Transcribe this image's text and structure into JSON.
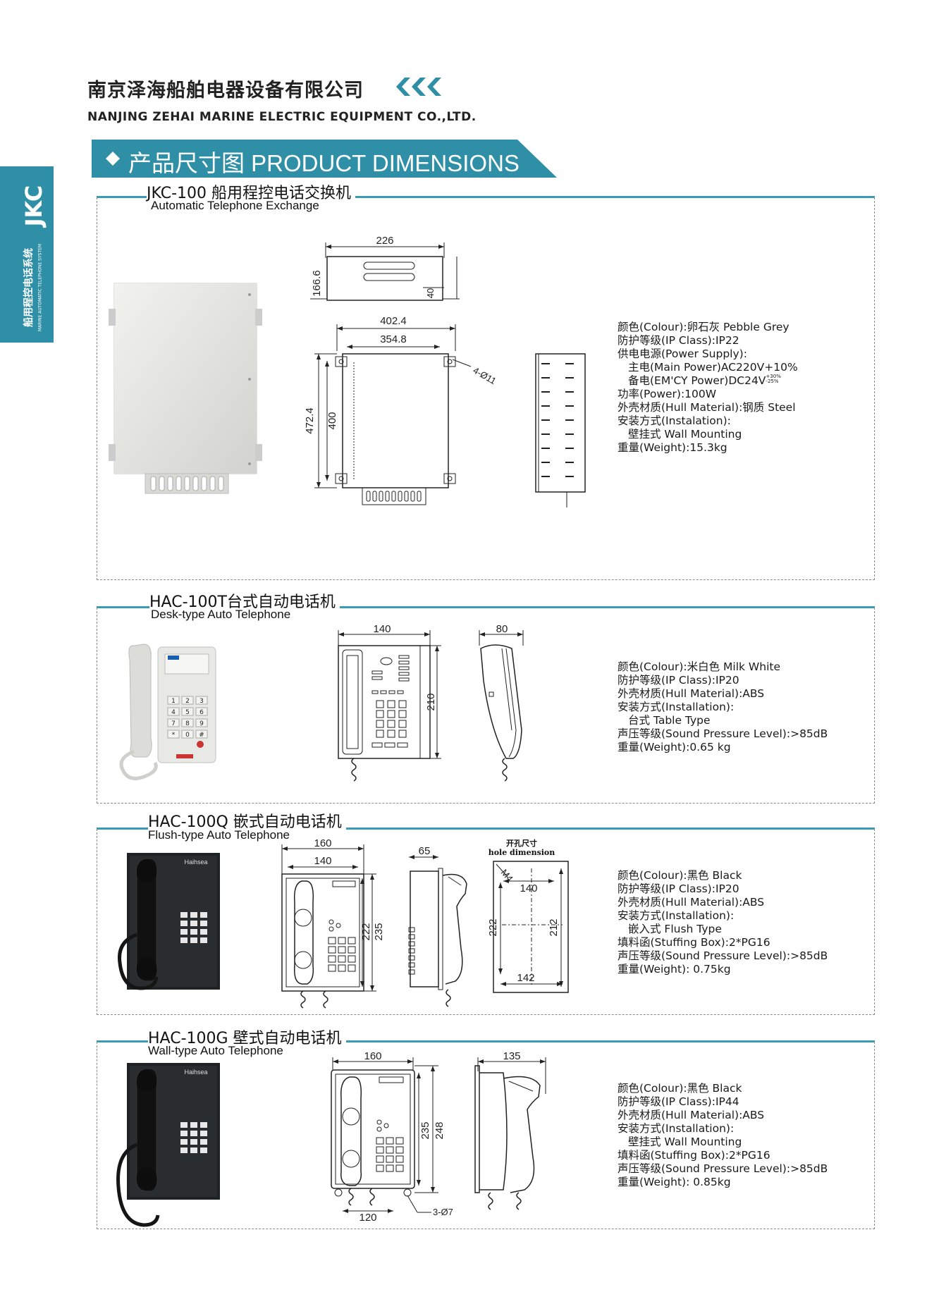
{
  "header": {
    "company_cn": "南京泽海船舶电器设备有限公司",
    "company_en": "NANJING ZEHAI MARINE ELECTRIC EQUIPMENT CO.,LTD."
  },
  "side_tab": {
    "code": "JKC",
    "cn": "船用程控电话系统",
    "en": "MARINE AUTOMATIC TELEPHONE SYSTEM"
  },
  "banner": {
    "title": "产品尺寸图  PRODUCT DIMENSIONS"
  },
  "colors": {
    "accent": "#2f8fa6",
    "line": "#3a9bb4"
  },
  "sections": [
    {
      "title": "JKC-100 船用程控电话交换机",
      "subtitle": "Automatic Telephone Exchange",
      "dims": [
        "226",
        "166.6",
        "40",
        "402.4",
        "354.8",
        "4-Ø11",
        "472.4",
        "400"
      ],
      "specs": [
        "颜色(Colour):卵石灰 Pebble Grey",
        "防护等级(IP Class):IP22",
        "供电电源(Power Supply):",
        "主电(Main Power)AC220V+10%",
        "备电(EM'CY Power)DC24V",
        "功率(Power):100W",
        "外壳材质(Hull Material):钢质 Steel",
        "安装方式(Instalation):",
        "壁挂式 Wall Mounting",
        "重量(Weight):15.3kg"
      ],
      "tolerance_plus": "+30%",
      "tolerance_minus": "-25%"
    },
    {
      "title": "HAC-100T台式自动电话机",
      "subtitle": "Desk-type Auto Telephone",
      "dims": [
        "140",
        "210",
        "80"
      ],
      "specs": [
        "颜色(Colour):米白色 Milk White",
        "防护等级(IP Class):IP20",
        "外壳材质(Hull Material):ABS",
        "安装方式(Installation):",
        "台式 Table Type",
        "声压等级(Sound Pressure Level):>85dB",
        "重量(Weight):0.65 kg"
      ]
    },
    {
      "title": "HAC-100Q 嵌式自动电话机",
      "subtitle": "Flush-type Auto Telephone",
      "dims": [
        "160",
        "140",
        "222",
        "235",
        "65",
        "140",
        "222",
        "212",
        "142",
        "M4"
      ],
      "hole_cn": "开孔尺寸",
      "hole_en": "hole dimension",
      "specs": [
        "颜色(Colour):黑色 Black",
        "防护等级(IP Class):IP20",
        "外壳材质(Hull Material):ABS",
        "安装方式(Installation):",
        "嵌入式 Flush Type",
        "填料函(Stuffing Box):2*PG16",
        "声压等级(Sound Pressure Level):>85dB",
        "重量(Weight): 0.75kg"
      ]
    },
    {
      "title": "HAC-100G 壁式自动电话机",
      "subtitle": "Wall-type Auto Telephone",
      "dims": [
        "160",
        "235",
        "248",
        "120",
        "3-Ø7",
        "135"
      ],
      "specs": [
        "颜色(Colour):黑色 Black",
        "防护等级(IP Class):IP44",
        "外壳材质(Hull Material):ABS",
        "安装方式(Installation):",
        "壁挂式 Wall Mounting",
        "填料函(Stuffing Box):2*PG16",
        "声压等级(Sound Pressure Level):>85dB",
        "重量(Weight): 0.85kg"
      ]
    }
  ],
  "keypad": [
    "1",
    "2",
    "3",
    "4",
    "5",
    "6",
    "7",
    "8",
    "9",
    "*",
    "0",
    "#"
  ],
  "brand": "Haihsea"
}
